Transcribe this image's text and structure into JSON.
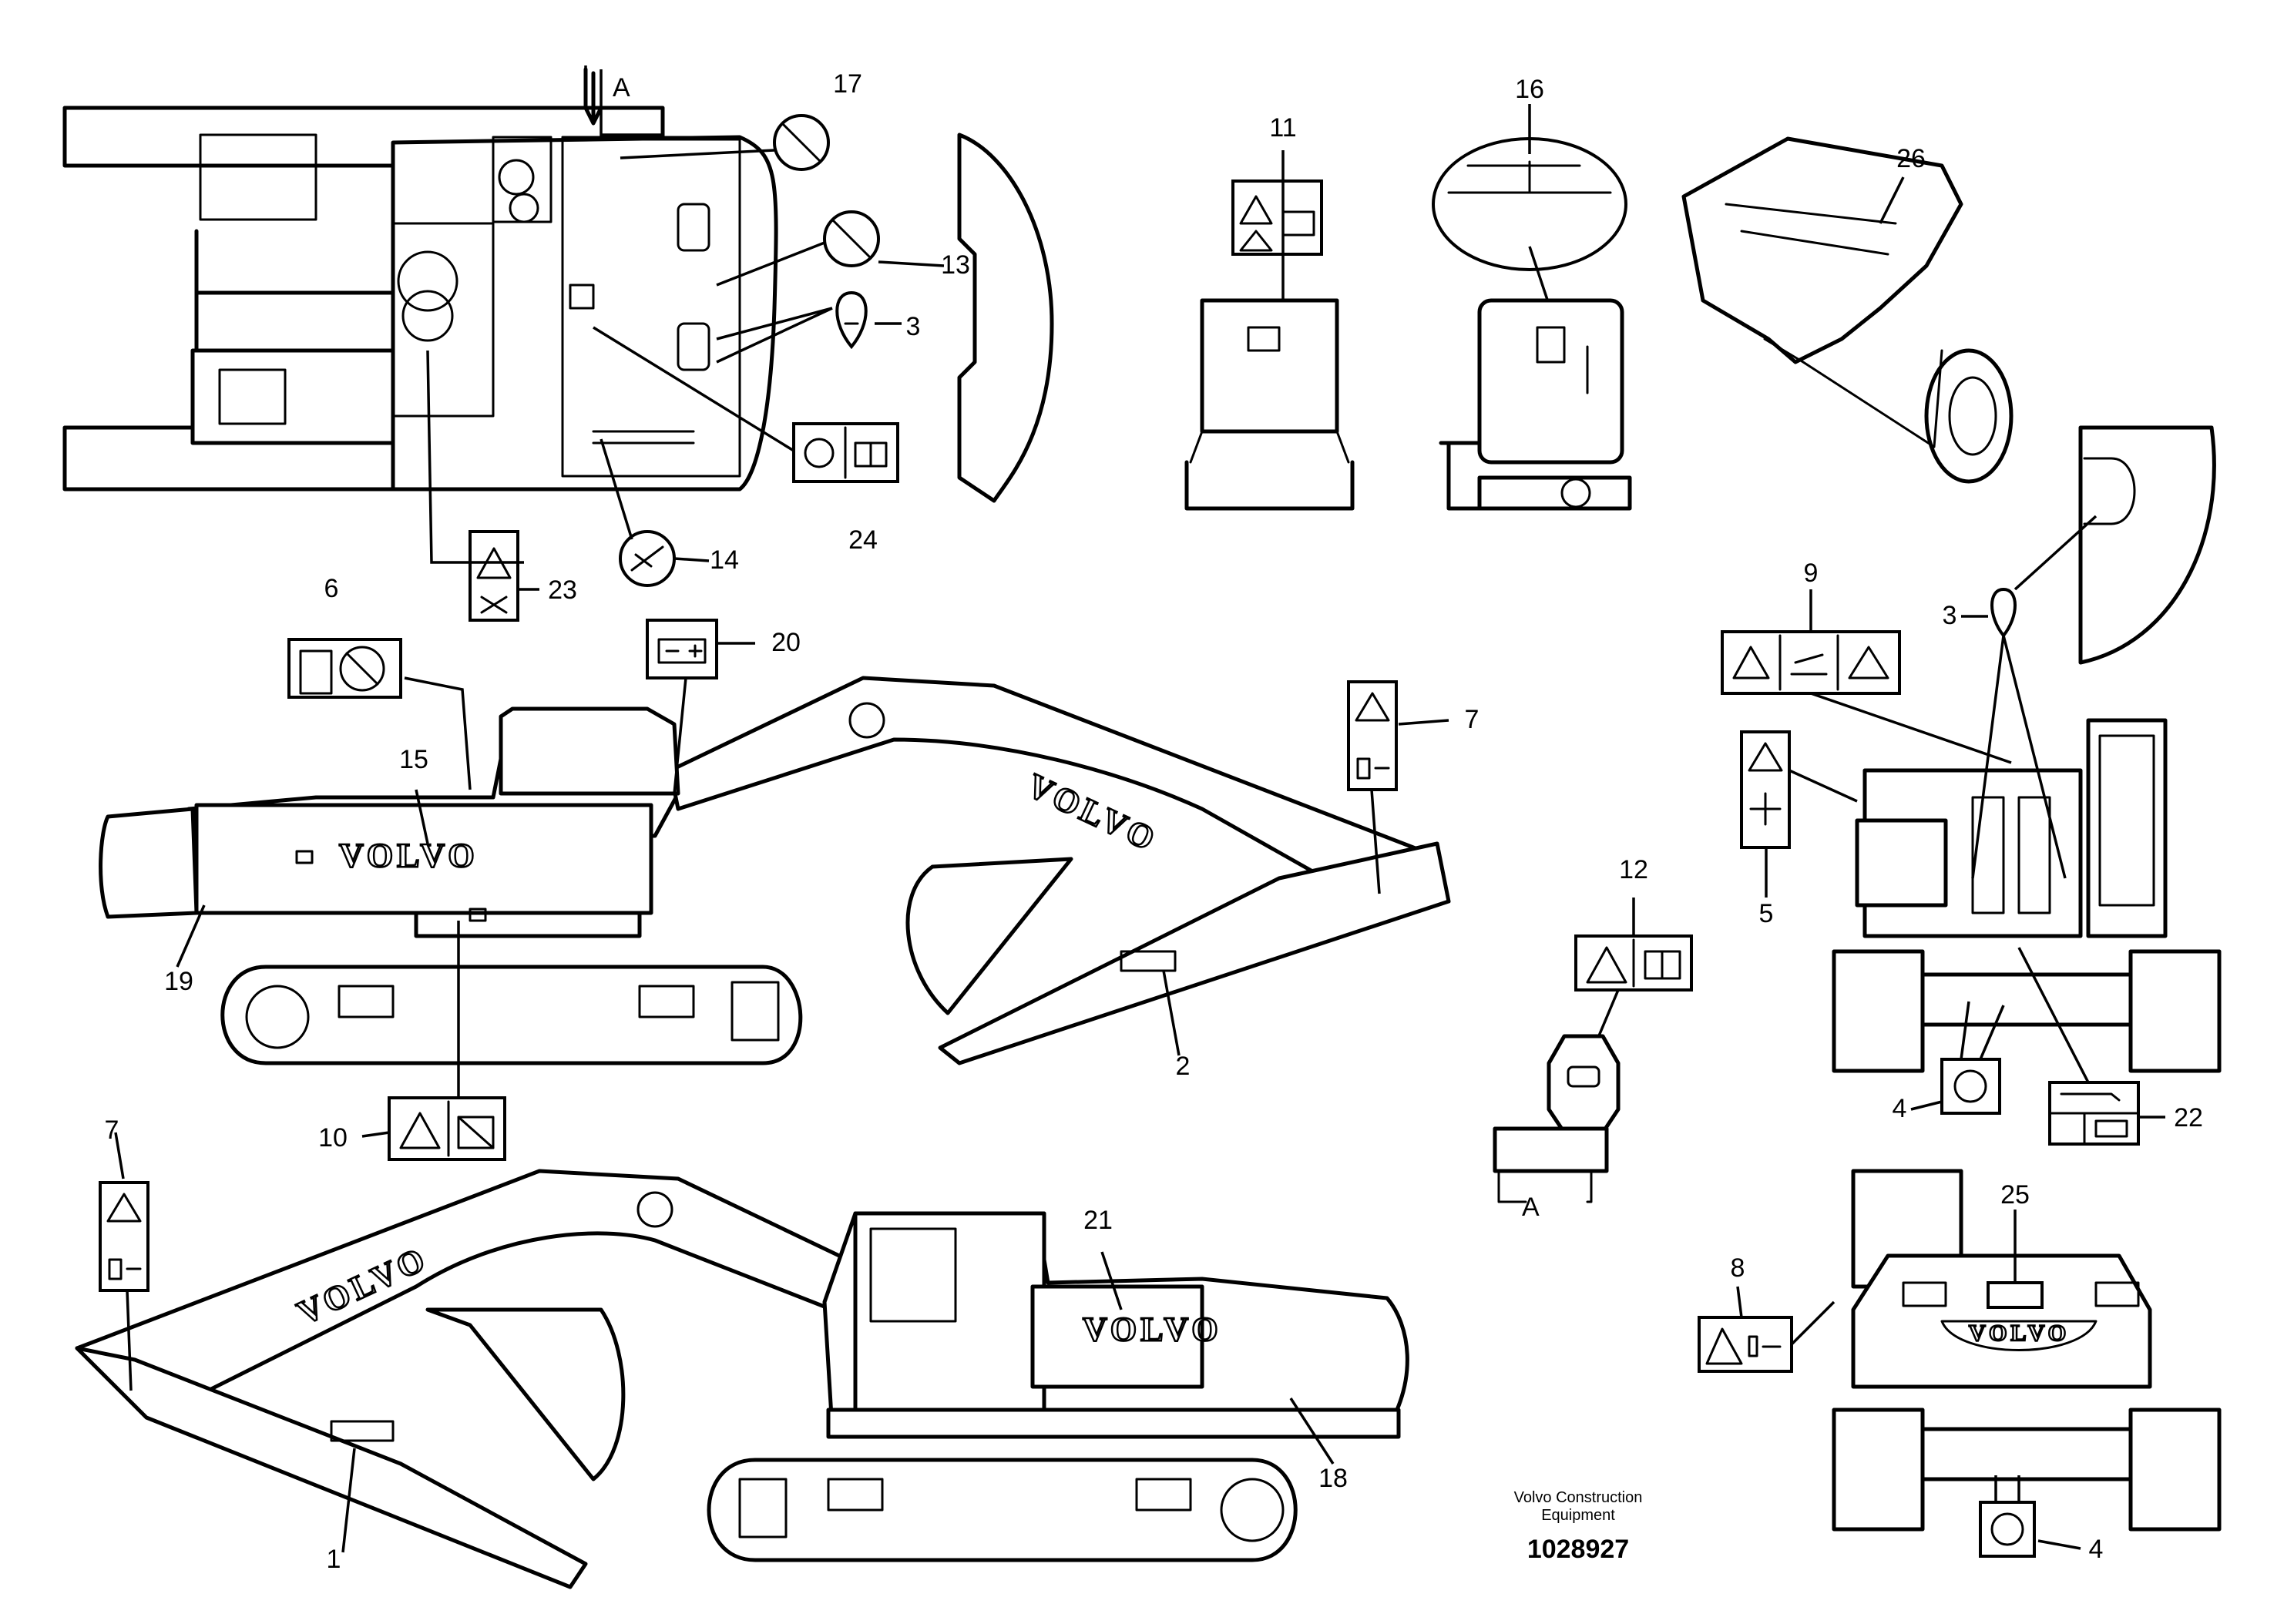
{
  "callouts": [
    "1",
    "2",
    "3",
    "3",
    "4",
    "4",
    "5",
    "6",
    "7",
    "7",
    "8",
    "9",
    "10",
    "11",
    "12",
    "13",
    "14",
    "15",
    "16",
    "17",
    "18",
    "19",
    "20",
    "21",
    "22",
    "23",
    "24",
    "25",
    "26"
  ],
  "section_marker": "A",
  "volvo_logo": "VOLVO",
  "footer": {
    "company_line1": "Volvo Construction",
    "company_line2": "Equipment",
    "part_number": "1028927"
  }
}
